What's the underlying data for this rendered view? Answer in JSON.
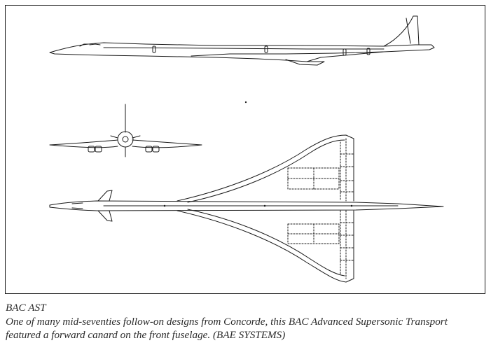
{
  "figure": {
    "views": [
      {
        "id": "side",
        "description_label": ""
      },
      {
        "id": "front",
        "description_label": ""
      },
      {
        "id": "plan",
        "description_label": ""
      }
    ]
  },
  "caption": {
    "title": "BAC AST",
    "line1": "One of many mid-seventies follow-on designs from Concorde, this BAC Advanced Supersonic Transport",
    "line2": "featured a forward canard on the front fuselage. (BAE SYSTEMS)"
  }
}
